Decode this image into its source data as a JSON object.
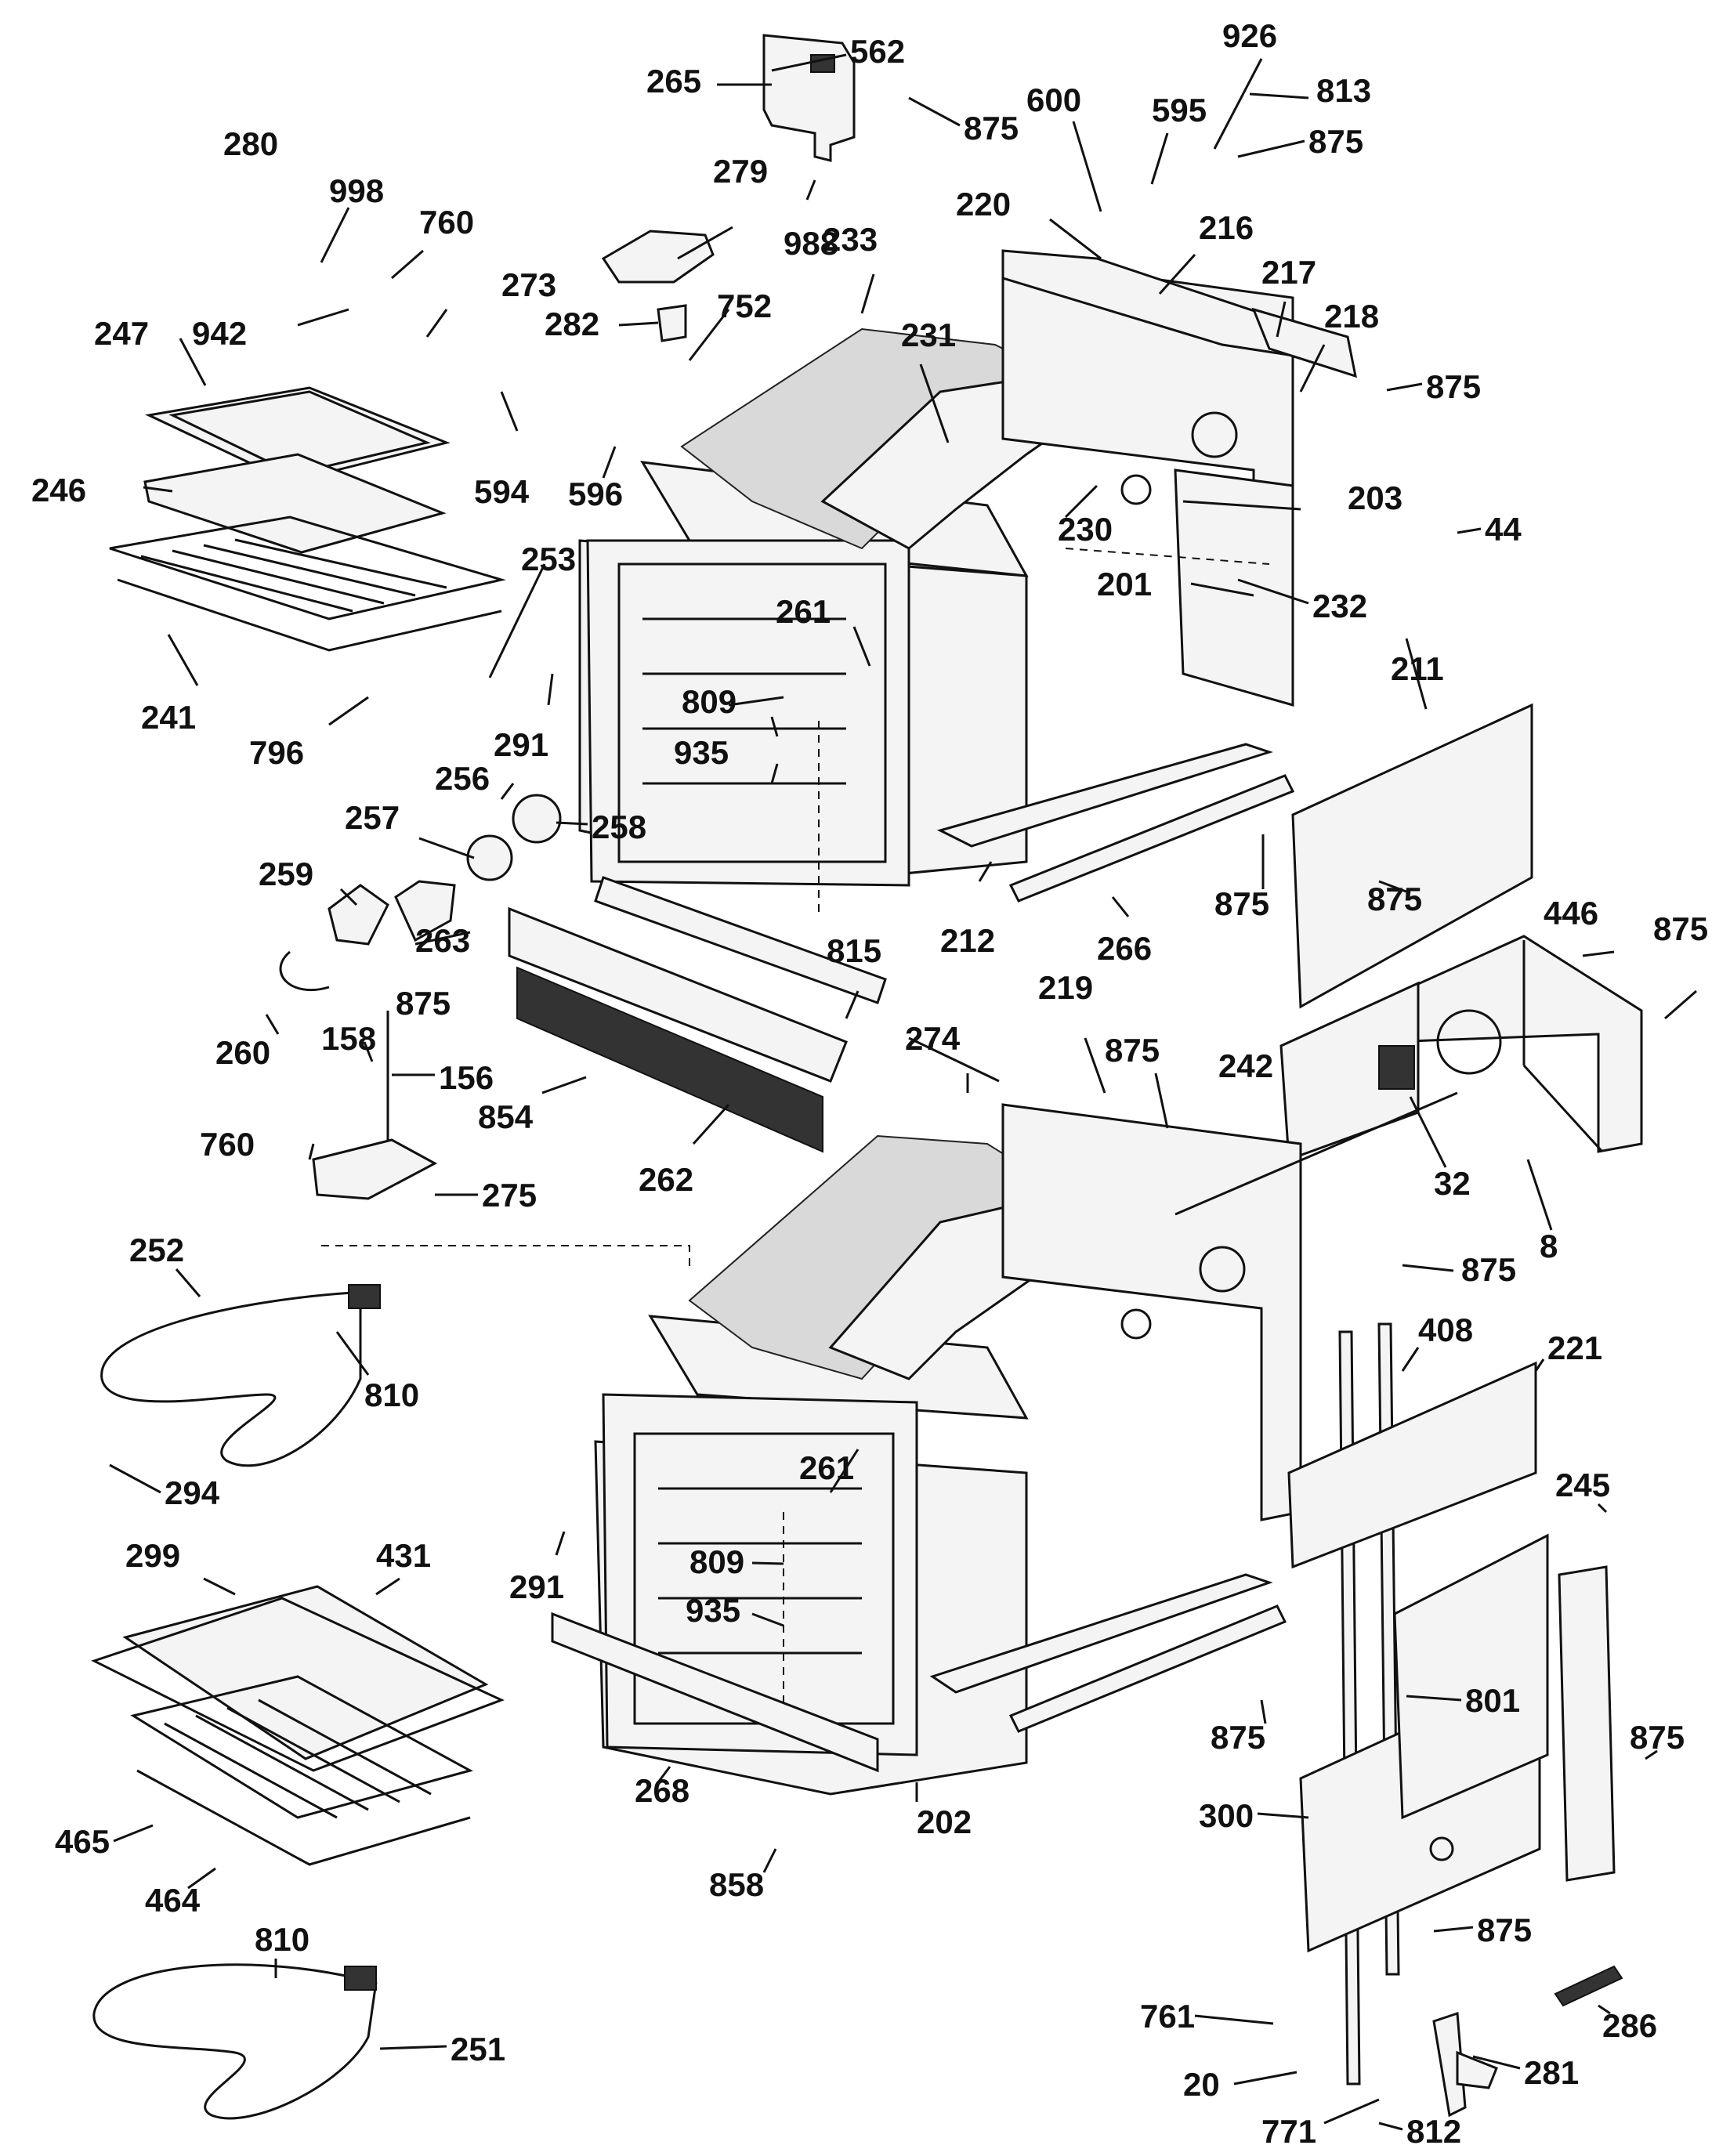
{
  "diagram": {
    "callouts": [
      {
        "id": "c562",
        "text": "562"
      },
      {
        "id": "c265",
        "text": "265"
      },
      {
        "id": "c875a",
        "text": "875"
      },
      {
        "id": "c926",
        "text": "926"
      },
      {
        "id": "c813",
        "text": "813"
      },
      {
        "id": "c600",
        "text": "600"
      },
      {
        "id": "c595",
        "text": "595"
      },
      {
        "id": "c875b",
        "text": "875"
      },
      {
        "id": "c280",
        "text": "280"
      },
      {
        "id": "c279",
        "text": "279"
      },
      {
        "id": "c988",
        "text": "988"
      },
      {
        "id": "c220",
        "text": "220"
      },
      {
        "id": "c216",
        "text": "216"
      },
      {
        "id": "c998",
        "text": "998"
      },
      {
        "id": "c760a",
        "text": "760"
      },
      {
        "id": "c233",
        "text": "233"
      },
      {
        "id": "c217",
        "text": "217"
      },
      {
        "id": "c273",
        "text": "273"
      },
      {
        "id": "c218",
        "text": "218"
      },
      {
        "id": "c247",
        "text": "247"
      },
      {
        "id": "c942",
        "text": "942"
      },
      {
        "id": "c282",
        "text": "282"
      },
      {
        "id": "c752",
        "text": "752"
      },
      {
        "id": "c231",
        "text": "231"
      },
      {
        "id": "c875c",
        "text": "875"
      },
      {
        "id": "c246",
        "text": "246"
      },
      {
        "id": "c594",
        "text": "594"
      },
      {
        "id": "c596",
        "text": "596"
      },
      {
        "id": "c203",
        "text": "203"
      },
      {
        "id": "c230",
        "text": "230"
      },
      {
        "id": "c44",
        "text": "44"
      },
      {
        "id": "c253",
        "text": "253"
      },
      {
        "id": "c201",
        "text": "201"
      },
      {
        "id": "c232",
        "text": "232"
      },
      {
        "id": "c261a",
        "text": "261"
      },
      {
        "id": "c211",
        "text": "211"
      },
      {
        "id": "c241",
        "text": "241"
      },
      {
        "id": "c809a",
        "text": "809"
      },
      {
        "id": "c291a",
        "text": "291"
      },
      {
        "id": "c796",
        "text": "796"
      },
      {
        "id": "c935a",
        "text": "935"
      },
      {
        "id": "c256",
        "text": "256"
      },
      {
        "id": "c257",
        "text": "257"
      },
      {
        "id": "c258",
        "text": "258"
      },
      {
        "id": "c875d",
        "text": "875"
      },
      {
        "id": "c875e",
        "text": "875"
      },
      {
        "id": "c259",
        "text": "259"
      },
      {
        "id": "c212",
        "text": "212"
      },
      {
        "id": "c266",
        "text": "266"
      },
      {
        "id": "c446",
        "text": "446"
      },
      {
        "id": "c875f",
        "text": "875"
      },
      {
        "id": "c263",
        "text": "263"
      },
      {
        "id": "c815",
        "text": "815"
      },
      {
        "id": "c219",
        "text": "219"
      },
      {
        "id": "c260",
        "text": "260"
      },
      {
        "id": "c875g",
        "text": "875"
      },
      {
        "id": "c274",
        "text": "274"
      },
      {
        "id": "c158",
        "text": "158"
      },
      {
        "id": "c875h",
        "text": "875"
      },
      {
        "id": "c242",
        "text": "242"
      },
      {
        "id": "c156",
        "text": "156"
      },
      {
        "id": "c854",
        "text": "854"
      },
      {
        "id": "c760b",
        "text": "760"
      },
      {
        "id": "c262",
        "text": "262"
      },
      {
        "id": "c32",
        "text": "32"
      },
      {
        "id": "c275",
        "text": "275"
      },
      {
        "id": "c8",
        "text": "8"
      },
      {
        "id": "c252",
        "text": "252"
      },
      {
        "id": "c875i",
        "text": "875"
      },
      {
        "id": "c810a",
        "text": "810"
      },
      {
        "id": "c408",
        "text": "408"
      },
      {
        "id": "c221",
        "text": "221"
      },
      {
        "id": "c294",
        "text": "294"
      },
      {
        "id": "c261b",
        "text": "261"
      },
      {
        "id": "c245",
        "text": "245"
      },
      {
        "id": "c299",
        "text": "299"
      },
      {
        "id": "c431",
        "text": "431"
      },
      {
        "id": "c291b",
        "text": "291"
      },
      {
        "id": "c809b",
        "text": "809"
      },
      {
        "id": "c935b",
        "text": "935"
      },
      {
        "id": "c801",
        "text": "801"
      },
      {
        "id": "c875j",
        "text": "875"
      },
      {
        "id": "c875k",
        "text": "875"
      },
      {
        "id": "c268",
        "text": "268"
      },
      {
        "id": "c465",
        "text": "465"
      },
      {
        "id": "c202",
        "text": "202"
      },
      {
        "id": "c300",
        "text": "300"
      },
      {
        "id": "c858",
        "text": "858"
      },
      {
        "id": "c464",
        "text": "464"
      },
      {
        "id": "c875l",
        "text": "875"
      },
      {
        "id": "c810b",
        "text": "810"
      },
      {
        "id": "c286",
        "text": "286"
      },
      {
        "id": "c761",
        "text": "761"
      },
      {
        "id": "c251",
        "text": "251"
      },
      {
        "id": "c20",
        "text": "20"
      },
      {
        "id": "c281",
        "text": "281"
      },
      {
        "id": "c771",
        "text": "771"
      },
      {
        "id": "c812",
        "text": "812"
      }
    ]
  }
}
